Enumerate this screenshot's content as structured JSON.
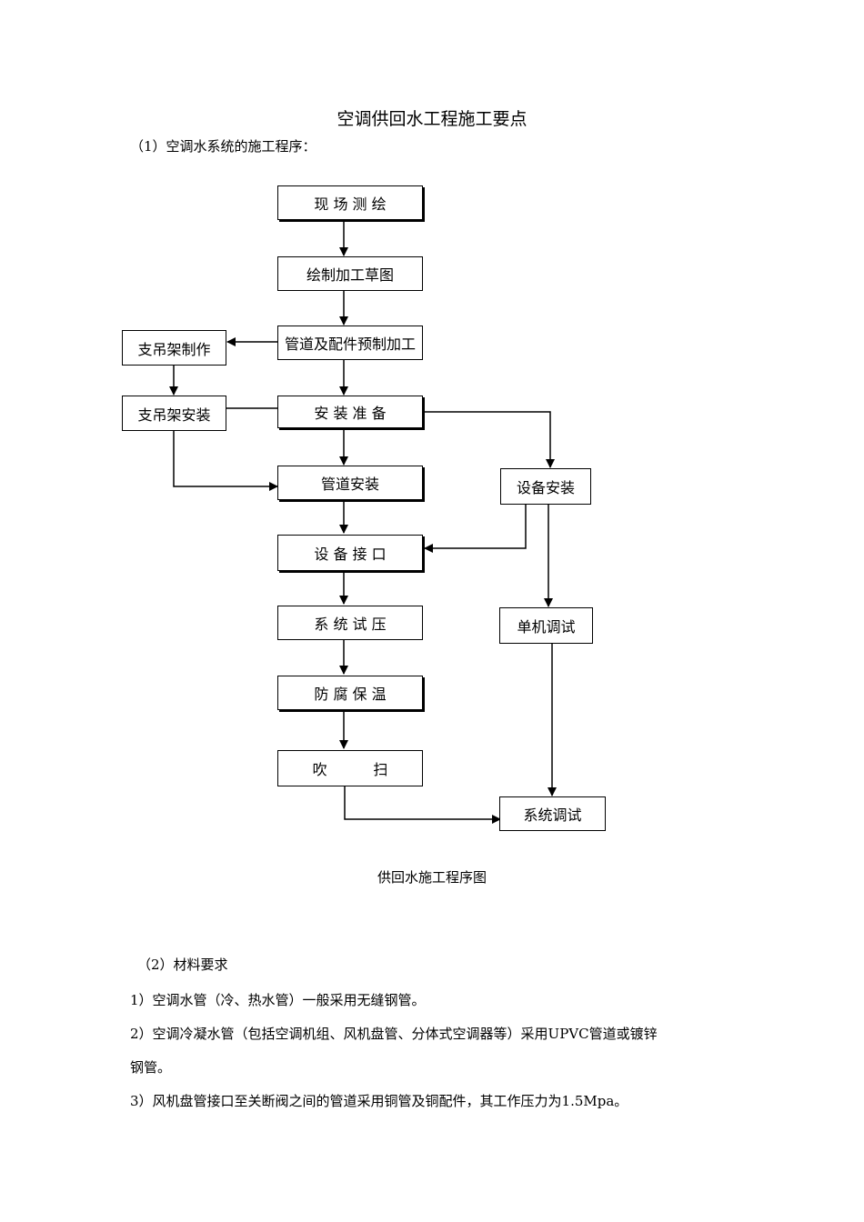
{
  "title": "空调供回水工程施工要点",
  "section1": "（1）空调水系统的施工程序：",
  "flowchart": {
    "boxes": {
      "survey": "现 场 测 绘",
      "drawing": "绘制加工草图",
      "prefab": "管道及配件预制加工",
      "hanger_make": "支吊架制作",
      "hanger_install": "支吊架安装",
      "prepare": "安 装 准 备",
      "pipe_install": "管道安装",
      "equip_install": "设备安装",
      "equip_connect": "设 备 接 口",
      "pressure_test": "系 统 试 压",
      "anticorrosion": "防 腐 保 温",
      "purge": "吹          扫",
      "unit_debug": "单机调试",
      "system_debug": "系统调试"
    },
    "caption": "供回水施工程序图"
  },
  "section2": {
    "heading": "（2）材料要求",
    "items": [
      "1）空调水管（冷、热水管）一般采用无缝钢管。",
      "2）空调冷凝水管（包括空调机组、风机盘管、分体式空调器等）采用UPVC管道或镀锌",
      "钢管。",
      "3）风机盘管接口至关断阀之间的管道采用铜管及铜配件，其工作压力为1.5Mpa。"
    ]
  }
}
